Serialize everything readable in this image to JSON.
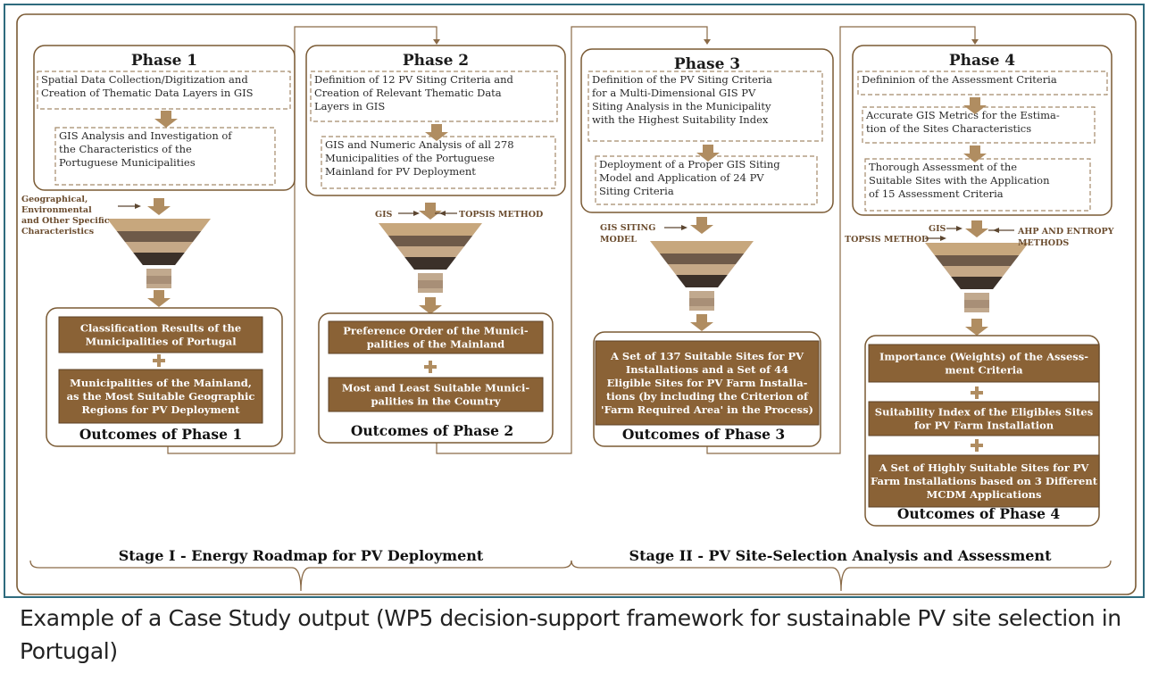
{
  "colors": {
    "frame": "#2e6b7e",
    "card_border": "#7a5a34",
    "dash": "#a58a6a",
    "arrow": "#b08d61",
    "brown_box": "#8a6236",
    "funnel": [
      "#c7a77d",
      "#6e5a49",
      "#c5a887",
      "#3b3029",
      "#c1a98e",
      "#a88f77"
    ]
  },
  "stages": {
    "stage1": "Stage I - Energy Roadmap for PV Deployment",
    "stage2": "Stage II - PV Site-Selection Analysis and Assessment"
  },
  "phases": [
    {
      "title": "Phase 1",
      "steps": [
        [
          "Spatial Data Collection/Digitization and",
          "Creation of Thematic Data Layers in GIS"
        ],
        [
          "GIS Analysis and Investigation of",
          "the Characteristics of the",
          "Portuguese Municipalities"
        ]
      ],
      "inputs_left": [
        "Geographical,",
        "Environmental",
        "and Other Specific",
        "Characteristics"
      ],
      "inputs_right": [],
      "outcomes": [
        [
          "Classification Results of the",
          "Municipalities of Portugal"
        ],
        [
          "Municipalities of the Mainland,",
          "as the Most Suitable Geographic",
          "Regions for PV Deployment"
        ]
      ],
      "outcome_title": "Outcomes of Phase 1"
    },
    {
      "title": "Phase 2",
      "steps": [
        [
          "Definition of 12 PV Siting Criteria and",
          "Creation of Relevant Thematic Data",
          "Layers in GIS"
        ],
        [
          "GIS and Numeric Analysis of all 278",
          "Municipalities of the Portuguese",
          "Mainland for PV Deployment"
        ]
      ],
      "inputs_left": [
        "GIS"
      ],
      "inputs_right": [
        "TOPSIS METHOD"
      ],
      "outcomes": [
        [
          "Preference Order of the Munici-",
          "palities of the Mainland"
        ],
        [
          "Most and Least Suitable Munici-",
          "palities in the Country"
        ]
      ],
      "outcome_title": "Outcomes of Phase 2"
    },
    {
      "title": "Phase 3",
      "steps": [
        [
          "Definition of the PV Siting Criteria",
          "for a Multi-Dimensional GIS PV",
          "Siting Analysis in the Municipality",
          "with the Highest Suitability Index"
        ],
        [
          "Deployment of a Proper GIS Siting",
          "Model and Application of 24 PV",
          "Siting Criteria"
        ]
      ],
      "inputs_left": [
        "GIS SITING",
        "MODEL"
      ],
      "inputs_right": [],
      "outcomes": [
        [
          "A Set of 137 Suitable Sites for PV",
          "Installations and a Set of 44",
          "Eligible Sites for PV Farm Installa-",
          "tions (by including the Criterion of",
          "'Farm Required Area' in the Process)"
        ]
      ],
      "outcome_title": "Outcomes of Phase 3"
    },
    {
      "title": "Phase 4",
      "steps": [
        [
          "Defininion of the Assessment Criteria"
        ],
        [
          "Accurate GIS Metrics for the Estima-",
          "tion of the Sites Characteristics"
        ],
        [
          "Thorough Assessment of the",
          "Suitable Sites with the Application",
          "of 15 Assessment Criteria"
        ]
      ],
      "inputs_left": [
        "GIS",
        "TOPSIS METHOD"
      ],
      "inputs_right": [
        "AHP AND ENTROPY",
        "METHODS"
      ],
      "outcomes": [
        [
          "Importance (Weights) of the Assess-",
          "ment Criteria"
        ],
        [
          "Suitability Index of the Eligibles Sites",
          "for PV Farm Installation"
        ],
        [
          "A Set of Highly Suitable Sites for PV",
          "Farm Installations based on 3 Different",
          "MCDM Applications"
        ]
      ],
      "outcome_title": "Outcomes of Phase 4"
    }
  ],
  "plus_symbol": "+",
  "caption": "Example of a Case Study output (WP5 decision-support framework for sustainable PV site selection in Portugal)"
}
